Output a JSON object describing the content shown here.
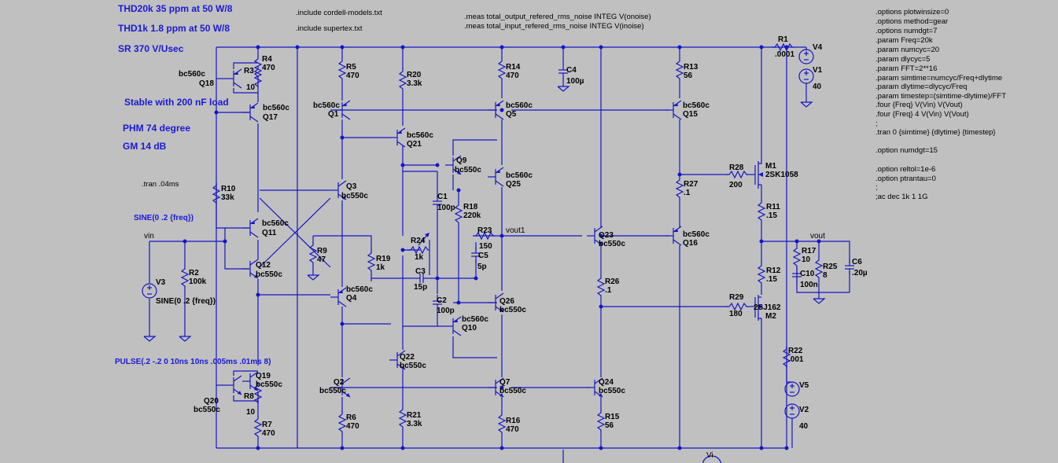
{
  "annotations": [
    "THD20k 35 ppm at 50 W/8",
    "THD1k 1.8 ppm at 50 W/8",
    "SR 370 V/Usec",
    "Stable with 200 nF load",
    "PHM 74 degree",
    "GM 14 dB"
  ],
  "tran_directive": ".tran .04ms",
  "includes": [
    ".include cordell-models.txt",
    ".include supertex.txt"
  ],
  "meas": [
    ".meas total_output_refered_rms_noise INTEG V(onoise)",
    ".meas total_input_refered_rms_noise INTEG V(inoise)"
  ],
  "options": [
    ".options plotwinsize=0",
    ".options method=gear",
    ".options numdgt=7",
    ".param Freq=20k",
    ".param numcyc=20",
    ".param dlycyc=5",
    ".param FFT=2**16",
    ".param simtime=numcyc/Freq+dlytime",
    ".param dlytime=dlycyc/Freq",
    ".param timestep=(simtime-dlytime)/FFT",
    ".four {Freq} V(Vin) V(Vout)",
    ".four {Freq} 4 V(Vin) V(Vout)",
    ";",
    ".tran 0 {simtime} {dlytime} {timestep}",
    "",
    ".option numdgt=15",
    "",
    ".option reltol=1e-6",
    ".option ptrantau=0",
    ";",
    ";ac dec 1k 1 1G"
  ],
  "sources": {
    "sine_top": "SINE(0 .2 {freq})",
    "sine_v3": "SINE(0 .2 {freq})",
    "pulse": "PULSE(.2 -.2 0 10ns 10ns .005ms .01ms 8)"
  },
  "nets": {
    "vin": "vin",
    "vout1": "vout1",
    "vout": "vout",
    "vi": "Vi"
  },
  "components": [
    {
      "id": "q18",
      "ref": "Q18",
      "model": "bc560c"
    },
    {
      "id": "q17",
      "ref": "Q17",
      "model": "bc560c"
    },
    {
      "id": "q11",
      "ref": "Q11",
      "model": "bc560c"
    },
    {
      "id": "q12",
      "ref": "Q12",
      "model": "bc550c"
    },
    {
      "id": "q19",
      "ref": "Q19",
      "model": "bc550c"
    },
    {
      "id": "q20",
      "ref": "Q20",
      "model": "bc550c"
    },
    {
      "id": "q1",
      "ref": "Q1",
      "model": "bc560c"
    },
    {
      "id": "q3",
      "ref": "Q3",
      "model": "bc550c"
    },
    {
      "id": "q4",
      "ref": "Q4",
      "model": "bc560c"
    },
    {
      "id": "q2",
      "ref": "Q2",
      "model": "bc550c"
    },
    {
      "id": "q21",
      "ref": "Q21",
      "model": "bc560c"
    },
    {
      "id": "q22",
      "ref": "Q22",
      "model": "bc550c"
    },
    {
      "id": "q9",
      "ref": "Q9",
      "model": "bc550c"
    },
    {
      "id": "q10",
      "ref": "Q10",
      "model": "bc560c"
    },
    {
      "id": "q5",
      "ref": "Q5",
      "model": "bc560c"
    },
    {
      "id": "q25",
      "ref": "Q25",
      "model": "bc560c"
    },
    {
      "id": "q26",
      "ref": "Q26",
      "model": "bc550c"
    },
    {
      "id": "q7",
      "ref": "Q7",
      "model": "bc550c"
    },
    {
      "id": "q23",
      "ref": "Q23",
      "model": "bc550c"
    },
    {
      "id": "q24",
      "ref": "Q24",
      "model": "bc550c"
    },
    {
      "id": "q15",
      "ref": "Q15",
      "model": "bc560c"
    },
    {
      "id": "q16",
      "ref": "Q16",
      "model": "bc560c"
    },
    {
      "id": "m1",
      "ref": "M1",
      "model": "2SK1058"
    },
    {
      "id": "m2",
      "ref": "M2",
      "model": "2SJ162"
    },
    {
      "id": "r4",
      "ref": "R4",
      "value": "470"
    },
    {
      "id": "r3",
      "ref": "R3",
      "value": "10"
    },
    {
      "id": "r10",
      "ref": "R10",
      "value": "33k"
    },
    {
      "id": "r2",
      "ref": "R2",
      "value": "100k"
    },
    {
      "id": "r8",
      "ref": "R8",
      "value": "10"
    },
    {
      "id": "r7",
      "ref": "R7",
      "value": "470"
    },
    {
      "id": "r5",
      "ref": "R5",
      "value": "470"
    },
    {
      "id": "r20",
      "ref": "R20",
      "value": "3.3k"
    },
    {
      "id": "r9",
      "ref": "R9",
      "value": "47"
    },
    {
      "id": "r19",
      "ref": "R19",
      "value": "1k"
    },
    {
      "id": "r24",
      "ref": "R24",
      "value": "1k"
    },
    {
      "id": "r18",
      "ref": "R18",
      "value": "220k"
    },
    {
      "id": "r6",
      "ref": "R6",
      "value": "470"
    },
    {
      "id": "r21",
      "ref": "R21",
      "value": "3.3k"
    },
    {
      "id": "r23",
      "ref": "R23",
      "value": "150"
    },
    {
      "id": "r14",
      "ref": "R14",
      "value": "470"
    },
    {
      "id": "r16",
      "ref": "R16",
      "value": "470"
    },
    {
      "id": "r26",
      "ref": "R26",
      "value": ".1"
    },
    {
      "id": "r15",
      "ref": "R15",
      "value": "56"
    },
    {
      "id": "r13",
      "ref": "R13",
      "value": "56"
    },
    {
      "id": "r27",
      "ref": "R27",
      "value": ".1"
    },
    {
      "id": "r28",
      "ref": "R28",
      "value": "200"
    },
    {
      "id": "r29",
      "ref": "R29",
      "value": "180"
    },
    {
      "id": "r1",
      "ref": "R1",
      "value": ".0001"
    },
    {
      "id": "r11",
      "ref": "R11",
      "value": ".15"
    },
    {
      "id": "r12",
      "ref": "R12",
      "value": ".15"
    },
    {
      "id": "r17",
      "ref": "R17",
      "value": "10"
    },
    {
      "id": "r25",
      "ref": "R25",
      "value": "8"
    },
    {
      "id": "r22",
      "ref": "R22",
      "value": ".001"
    },
    {
      "id": "c1",
      "ref": "C1",
      "value": "100p"
    },
    {
      "id": "c2",
      "ref": "C2",
      "value": "100p"
    },
    {
      "id": "c3",
      "ref": "C3",
      "value": "15p"
    },
    {
      "id": "c5",
      "ref": "C5",
      "value": "5p"
    },
    {
      "id": "c4",
      "ref": "C4",
      "value": "100µ"
    },
    {
      "id": "c10",
      "ref": "C10",
      "value": "100n"
    },
    {
      "id": "c6",
      "ref": "C6",
      "value": ".20µ"
    },
    {
      "id": "v3",
      "ref": "V3"
    },
    {
      "id": "v4",
      "ref": "V4"
    },
    {
      "id": "v1",
      "ref": "V1",
      "value": "40"
    },
    {
      "id": "v5",
      "ref": "V5"
    },
    {
      "id": "v2",
      "ref": "V2",
      "value": "40"
    }
  ],
  "colors": {
    "background": "#c0c0c0",
    "wire": "#1515c8",
    "annotation": "#1a1ad6",
    "text": "#000000"
  }
}
